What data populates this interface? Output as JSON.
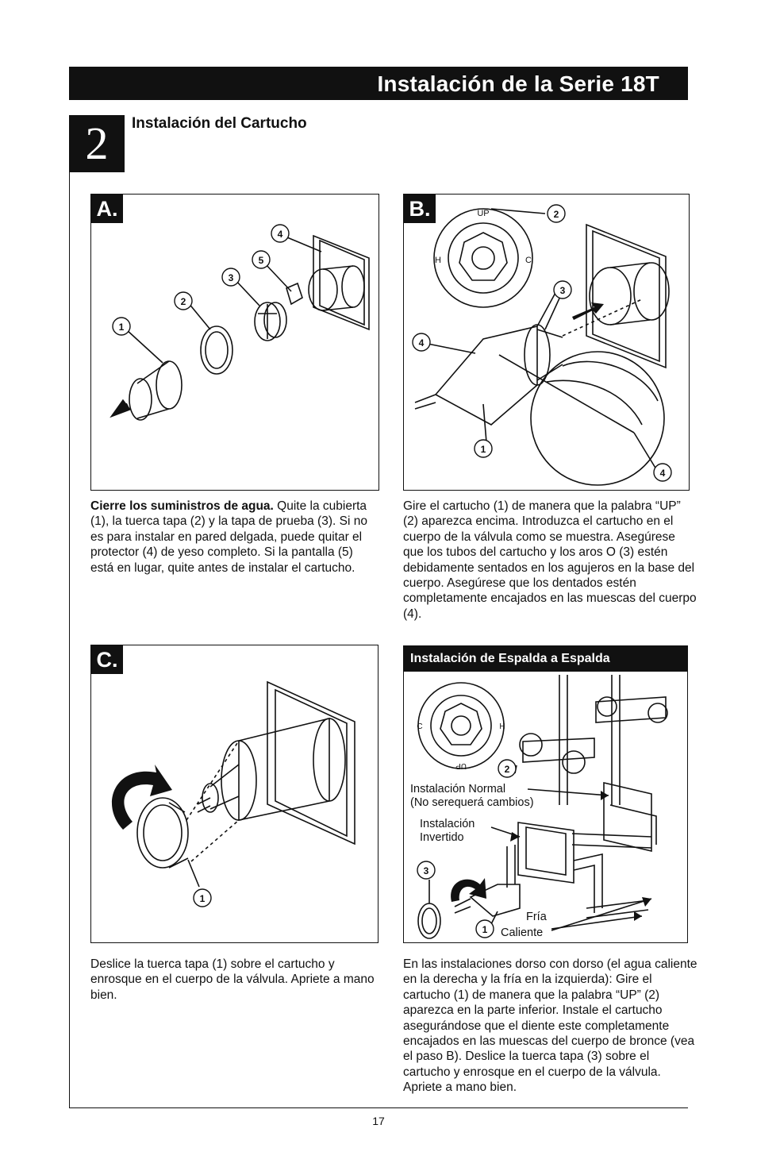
{
  "header": {
    "title": "Instalación de la Serie 18T"
  },
  "step": {
    "number": "2",
    "title": "Instalación del Cartucho"
  },
  "panels": {
    "a": {
      "label": "A.",
      "callouts": [
        "1",
        "2",
        "3",
        "4",
        "5"
      ]
    },
    "b": {
      "label": "B.",
      "callouts": [
        "1",
        "2",
        "3",
        "4",
        "4"
      ],
      "dial_up": "UP",
      "dial_h": "H",
      "dial_c": "C"
    },
    "c": {
      "label": "C.",
      "callouts": [
        "1"
      ]
    },
    "d": {
      "title": "Instalación de Espalda a Espalda",
      "callouts": [
        "2",
        "3",
        "1"
      ],
      "dial_up": "UP",
      "dial_h": "H",
      "dial_c": "C",
      "normal_line1": "Instalación Normal",
      "normal_line2": "(No serequerá cambios)",
      "inverted_line1": "Instalación",
      "inverted_line2": "Invertido",
      "cold": "Fría",
      "hot": "Caliente"
    }
  },
  "text": {
    "a_bold": "Cierre los suministros de agua.",
    "a_rest": " Quite la cubierta (1), la tuerca tapa (2) y la tapa de prueba (3). Si no es para instalar en pared delgada, puede quitar el protector (4) de yeso completo. Si la pantalla (5) está en lugar, quite antes de instalar el cartucho.",
    "b": "Gire el cartucho (1) de manera que la palabra “UP” (2) aparezca encima. Introduzca el cartucho en el cuerpo de la válvula como se muestra. Asegúrese que los tubos del cartucho y los aros O (3) estén debidamente sentados en los agujeros en la base del cuerpo. Asegúrese que los dentados estén completamente encajados en las muescas del cuerpo (4).",
    "c": "Deslice la tuerca tapa (1) sobre el cartucho y enrosque en el cuerpo de la válvula. Apriete a mano bien.",
    "d": "En las instalaciones dorso con dorso (el agua caliente en la derecha y la fría en la izquierda): Gire el cartucho (1) de manera que la palabra “UP” (2) aparezca en la parte inferior.  Instale el cartucho asegurándose que el diente este completamente encajados en las muescas del cuerpo de bronce (vea el paso B). Deslice la tuerca tapa (3) sobre el cartucho y enrosque en el cuerpo de la válvula. Apriete a mano bien."
  },
  "footer": {
    "page": "17"
  }
}
